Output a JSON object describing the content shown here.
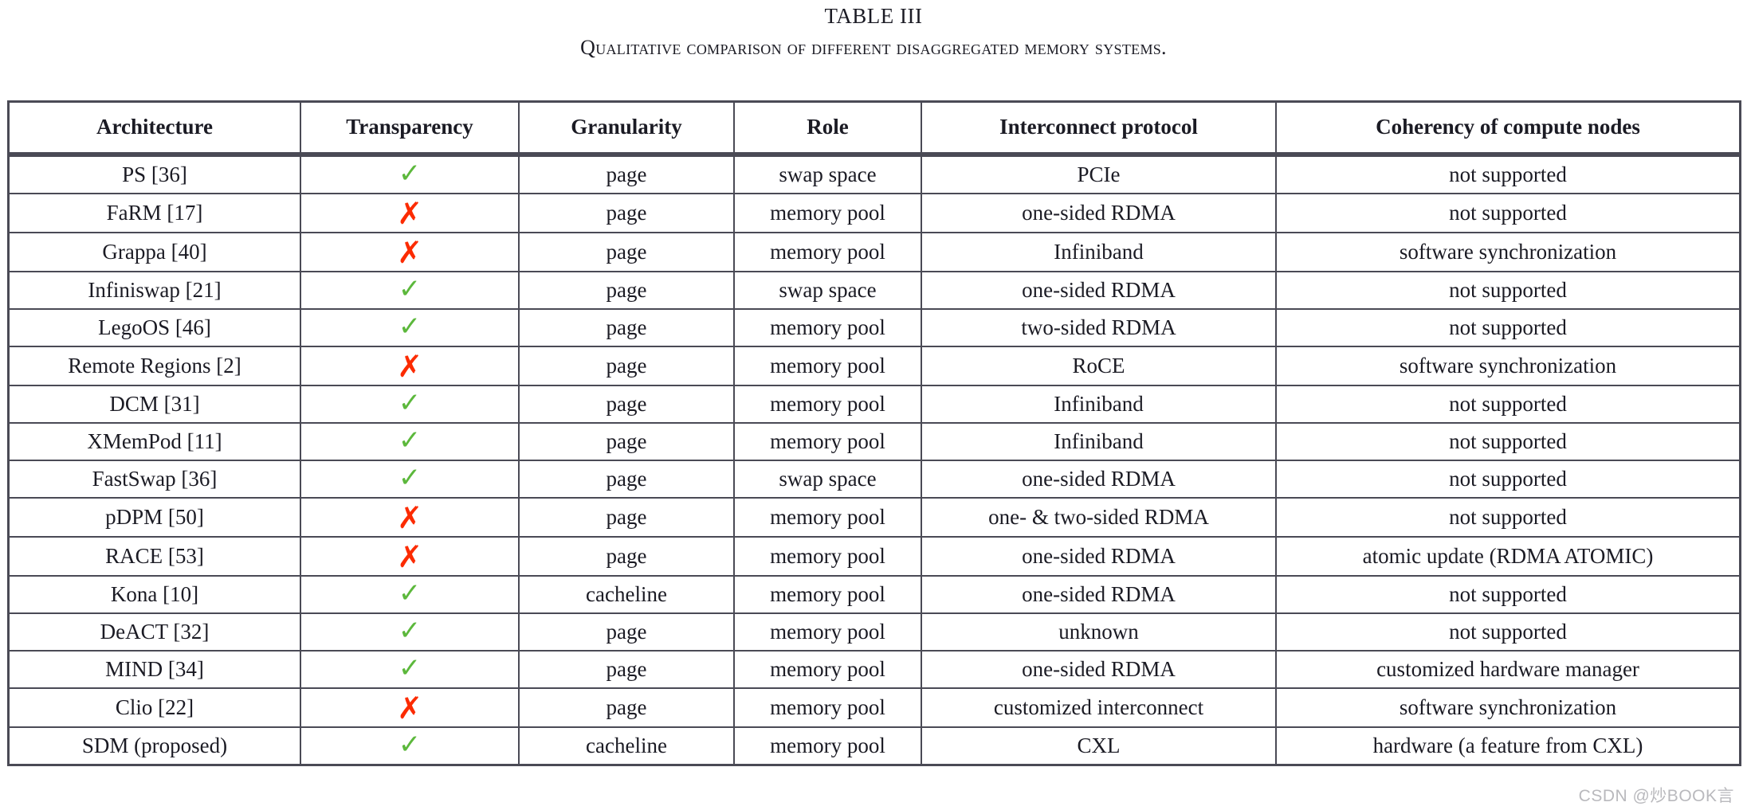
{
  "caption": {
    "table_number": "Table III",
    "title": "Qualitative comparison of different disaggregated memory systems."
  },
  "table": {
    "columns": [
      "Architecture",
      "Transparency",
      "Granularity",
      "Role",
      "Interconnect protocol",
      "Coherency of compute nodes"
    ],
    "marks": {
      "check": "✓",
      "cross": "✗",
      "check_color": "#5CB83C",
      "cross_color": "#FC2B00"
    },
    "rows": [
      {
        "architecture": "PS [36]",
        "transparency": "check",
        "granularity": "page",
        "role": "swap space",
        "interconnect": "PCIe",
        "coherency": "not supported"
      },
      {
        "architecture": "FaRM [17]",
        "transparency": "cross",
        "granularity": "page",
        "role": "memory pool",
        "interconnect": "one-sided RDMA",
        "coherency": "not supported"
      },
      {
        "architecture": "Grappa [40]",
        "transparency": "cross",
        "granularity": "page",
        "role": "memory pool",
        "interconnect": "Infiniband",
        "coherency": "software synchronization"
      },
      {
        "architecture": "Infiniswap [21]",
        "transparency": "check",
        "granularity": "page",
        "role": "swap space",
        "interconnect": "one-sided RDMA",
        "coherency": "not supported"
      },
      {
        "architecture": "LegoOS [46]",
        "transparency": "check",
        "granularity": "page",
        "role": "memory pool",
        "interconnect": "two-sided RDMA",
        "coherency": "not supported"
      },
      {
        "architecture": "Remote Regions [2]",
        "transparency": "cross",
        "granularity": "page",
        "role": "memory pool",
        "interconnect": "RoCE",
        "coherency": "software synchronization"
      },
      {
        "architecture": "DCM [31]",
        "transparency": "check",
        "granularity": "page",
        "role": "memory pool",
        "interconnect": "Infiniband",
        "coherency": "not supported"
      },
      {
        "architecture": "XMemPod [11]",
        "transparency": "check",
        "granularity": "page",
        "role": "memory pool",
        "interconnect": "Infiniband",
        "coherency": "not supported"
      },
      {
        "architecture": "FastSwap [36]",
        "transparency": "check",
        "granularity": "page",
        "role": "swap space",
        "interconnect": "one-sided RDMA",
        "coherency": "not supported"
      },
      {
        "architecture": "pDPM [50]",
        "transparency": "cross",
        "granularity": "page",
        "role": "memory pool",
        "interconnect": "one- & two-sided RDMA",
        "coherency": "not supported"
      },
      {
        "architecture": "RACE [53]",
        "transparency": "cross",
        "granularity": "page",
        "role": "memory pool",
        "interconnect": "one-sided RDMA",
        "coherency": "atomic update (RDMA ATOMIC)"
      },
      {
        "architecture": "Kona [10]",
        "transparency": "check",
        "granularity": "cacheline",
        "role": "memory pool",
        "interconnect": "one-sided RDMA",
        "coherency": "not supported"
      },
      {
        "architecture": "DeACT [32]",
        "transparency": "check",
        "granularity": "page",
        "role": "memory pool",
        "interconnect": "unknown",
        "coherency": "not supported"
      },
      {
        "architecture": "MIND [34]",
        "transparency": "check",
        "granularity": "page",
        "role": "memory pool",
        "interconnect": "one-sided RDMA",
        "coherency": "customized hardware manager"
      },
      {
        "architecture": "Clio [22]",
        "transparency": "cross",
        "granularity": "page",
        "role": "memory pool",
        "interconnect": "customized interconnect",
        "coherency": "software synchronization"
      },
      {
        "architecture": "SDM (proposed)",
        "transparency": "check",
        "granularity": "cacheline",
        "role": "memory pool",
        "interconnect": "CXL",
        "coherency": "hardware (a feature from CXL)"
      }
    ]
  },
  "watermark": {
    "text": "CSDN @炒BOOK言"
  }
}
